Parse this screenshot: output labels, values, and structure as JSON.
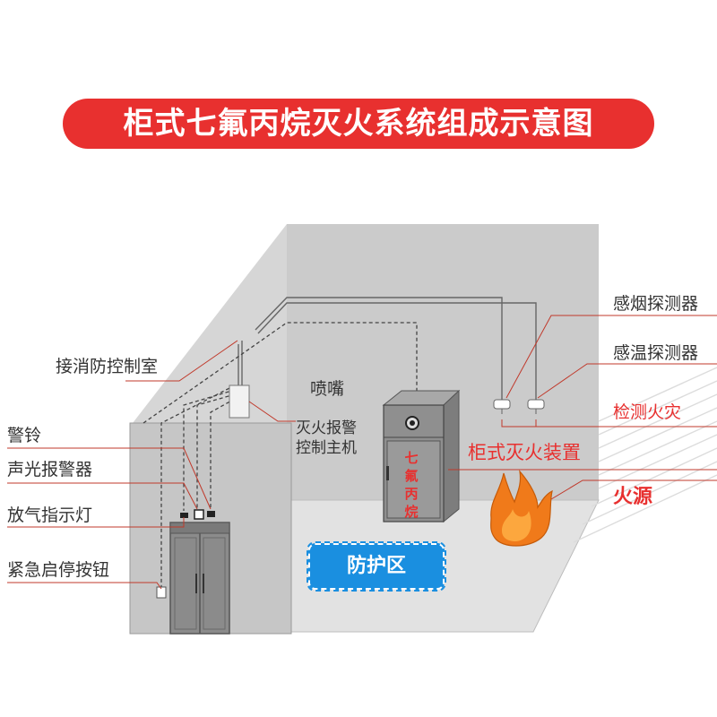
{
  "title": "柜式七氟丙烷灭火系统组成示意图",
  "labels": {
    "nozzle": "喷嘴",
    "control_host_line1": "灭火报警",
    "control_host_line2": "控制主机",
    "connect_control_room": "接消防控制室",
    "alarm_bell": "警铃",
    "sound_light_alarm": "声光报警器",
    "release_indicator": "放气指示灯",
    "emergency_stop": "紧急启停按钮",
    "smoke_detector": "感烟探测器",
    "heat_detector": "感温探测器",
    "detect_fire": "检测火灾",
    "cabinet_device": "柜式灭火装置",
    "fire_source": "火源",
    "protection_zone": "防护区"
  },
  "cabinet_text": [
    "七",
    "氟",
    "丙",
    "烷"
  ],
  "colors": {
    "accent_red": "#e8302f",
    "wall_gray": "#c9c9c9",
    "zone_blue": "#1a8fe0",
    "flame_orange": "#f07a1a"
  }
}
